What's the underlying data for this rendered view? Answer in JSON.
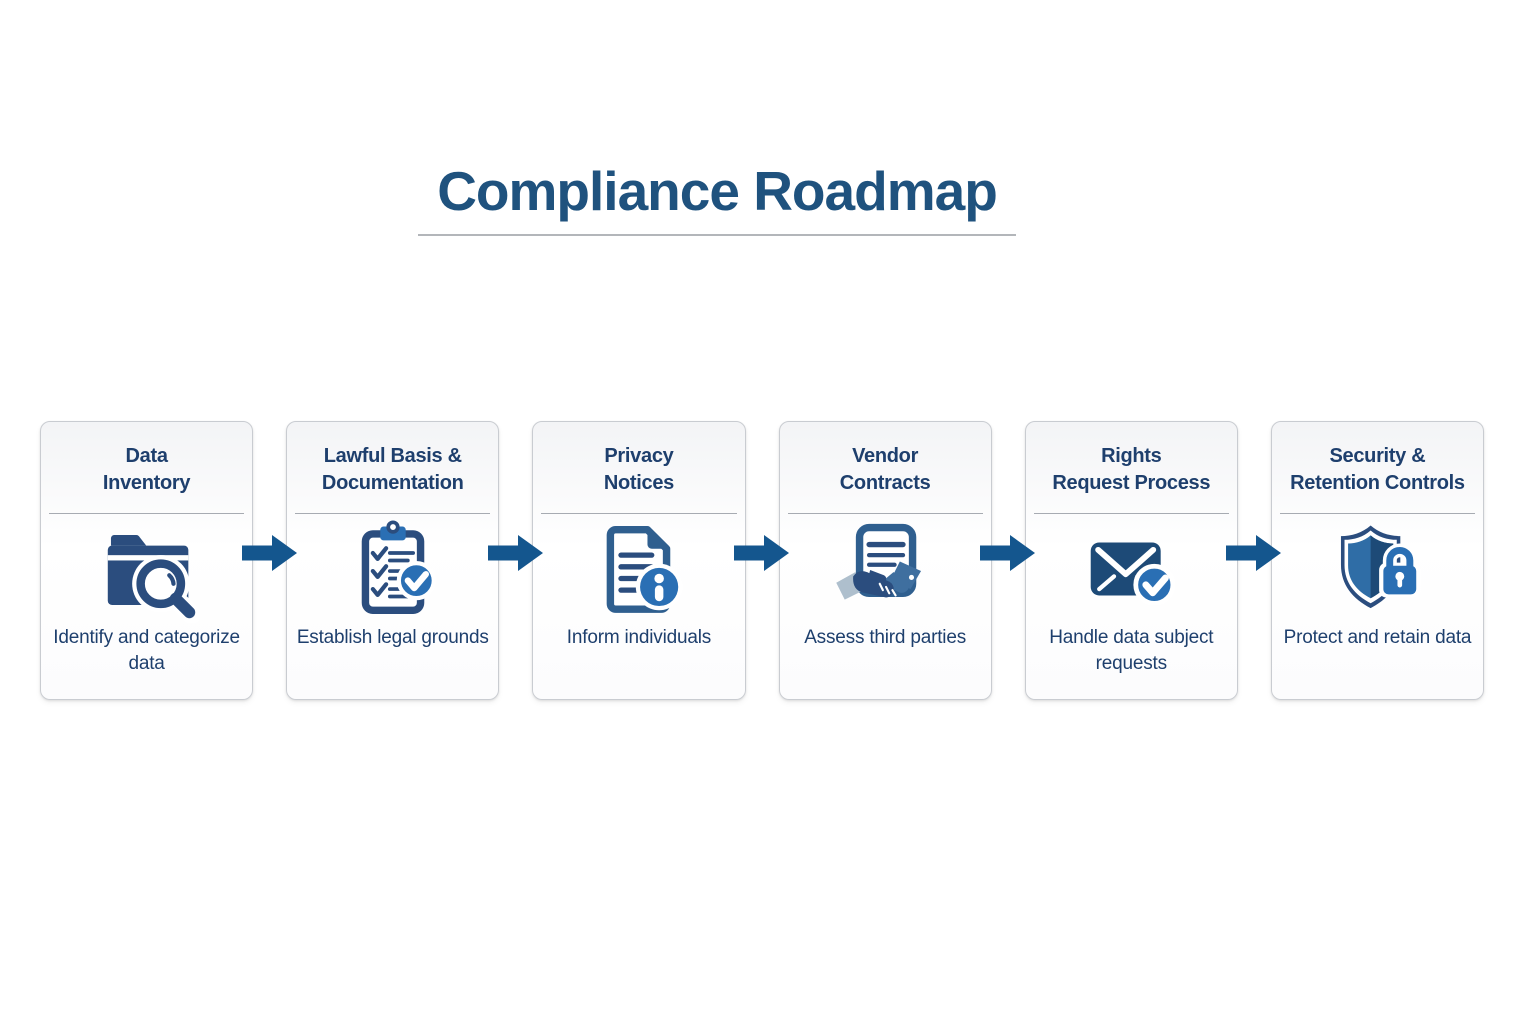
{
  "palette": {
    "page-bg": "#ffffff",
    "title-blue": "#1f527e",
    "underline-gray": "#b3b6ba",
    "card-border": "#c9ccd1",
    "card-bg-top": "#f3f4f6",
    "card-bg-bottom": "#fcfcfd",
    "divider-gray": "#a7abb2",
    "text-navy": "#1e3f6d",
    "arrow-blue": "#14568e",
    "icon-navy": "#2b4d7e",
    "icon-outline": "#2f5f8f",
    "icon-bright-blue": "#2a6fb4",
    "icon-steel-blue": "#3f6f9f",
    "icon-light-steel": "#aebfcd",
    "icon-dark-navy": "#1d4a77",
    "icon-mid-blue": "#2f6da6"
  },
  "header": {
    "title": "Compliance Roadmap"
  },
  "steps": [
    {
      "title_line1": "Data",
      "title_line2": "Inventory",
      "description": "Identify and categorize data",
      "icon": "folder-search-icon"
    },
    {
      "title_line1": "Lawful Basis &",
      "title_line2": "Documentation",
      "description": "Establish legal grounds",
      "icon": "clipboard-checklist-icon"
    },
    {
      "title_line1": "Privacy",
      "title_line2": "Notices",
      "description": "Inform individuals",
      "icon": "document-info-icon"
    },
    {
      "title_line1": "Vendor",
      "title_line2": "Contracts",
      "description": "Assess third parties",
      "icon": "contract-handshake-icon"
    },
    {
      "title_line1": "Rights",
      "title_line2": "Request Process",
      "description": "Handle data subject requests",
      "icon": "envelope-check-icon"
    },
    {
      "title_line1": "Security &",
      "title_line2": "Retention Controls",
      "description": "Protect and retain data",
      "icon": "shield-lock-icon"
    }
  ]
}
